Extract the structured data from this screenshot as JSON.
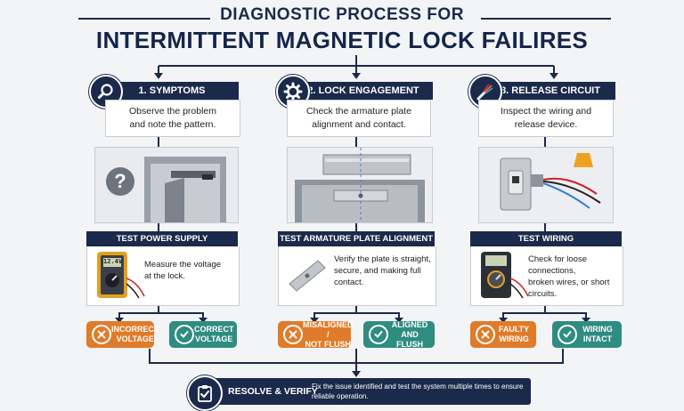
{
  "title": {
    "line1": "DIAGNOSTIC PROCESS FOR",
    "line2": "INTERMITTENT MAGNETIC LOCK FAILIRES"
  },
  "steps": [
    {
      "header": "1. SYMPTOMS",
      "icon": "magnifier-icon",
      "desc_line1": "Observe the problem",
      "desc_line2": "and note the pattern.",
      "image_label": "?",
      "test_header": "TEST POWER SUPPLY",
      "test_lines": [
        "Measure the voltage",
        "at the lock."
      ],
      "meter_reading": "12.4V",
      "results": [
        {
          "line1": "INCORRECT",
          "line2": "VOLTAGE",
          "color": "#e07b2a",
          "icon": "x-circle-icon"
        },
        {
          "line1": "CORRECT",
          "line2": "VOLTAGE",
          "color": "#2f8c80",
          "icon": "check-circle-icon"
        }
      ]
    },
    {
      "header": "2. LOCK ENGAGEMENT",
      "icon": "gear-icon",
      "desc_line1": "Check the armature plate",
      "desc_line2": "alignment and contact.",
      "test_header": "TEST ARMATURE PLATE ALIGNMENT",
      "test_lines": [
        "Verify the plate is straight,",
        "secure, and making full",
        "contact."
      ],
      "results": [
        {
          "line1": "MISALIGNED /",
          "line2": "NOT FLUSH",
          "color": "#e07b2a",
          "icon": "x-circle-icon"
        },
        {
          "line1": "ALIGNED",
          "line2": "AND FLUSH",
          "color": "#2f8c80",
          "icon": "check-circle-icon"
        }
      ]
    },
    {
      "header": "3. RELEASE CIRCUIT",
      "icon": "cable-icon",
      "desc_line1": "Inspect the wiring and",
      "desc_line2": "release device.",
      "test_header": "TEST WIRING",
      "test_lines": [
        "Check for loose connections,",
        "broken wires, or short",
        "circuits."
      ],
      "results": [
        {
          "line1": "FAULTY",
          "line2": "WIRING",
          "color": "#e07b2a",
          "icon": "x-circle-icon"
        },
        {
          "line1": "WIRING",
          "line2": "INTACT",
          "color": "#2f8c80",
          "icon": "check-circle-icon"
        }
      ]
    }
  ],
  "final": {
    "label": "RESOLVE & VERIFY",
    "desc_line1": "Fix the issue identified and test the system multiple times to ensure",
    "desc_line2": "reliable operation.",
    "icon": "clipboard-check-icon"
  },
  "colors": {
    "navy": "#1b2a4a",
    "orange": "#e07b2a",
    "teal": "#2f8c80",
    "background": "#f3f4f6"
  }
}
